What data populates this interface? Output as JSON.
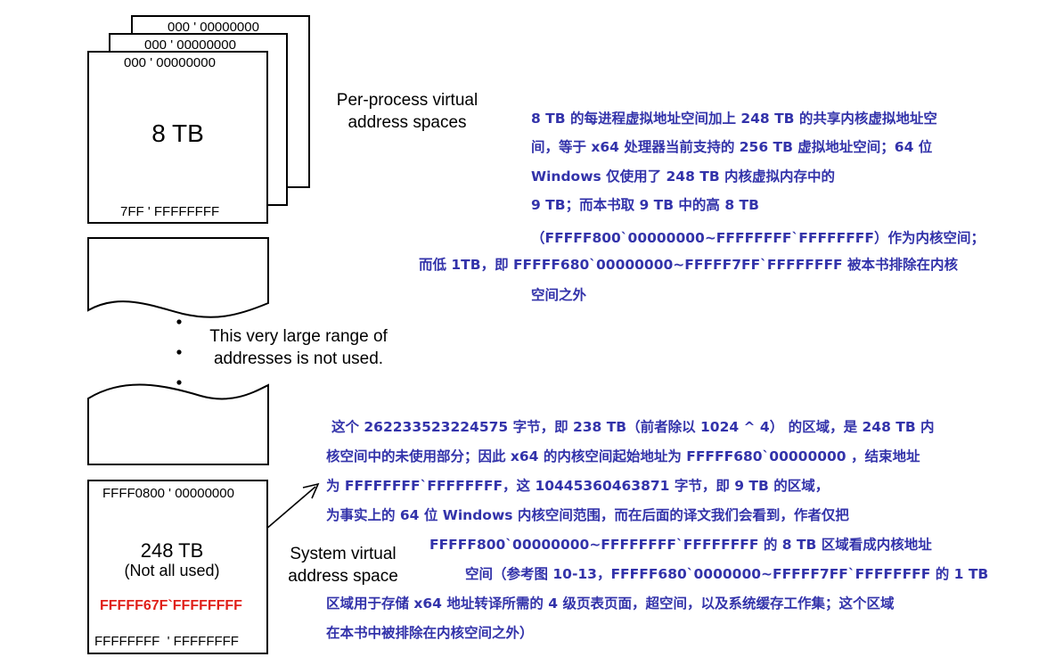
{
  "top_stack": {
    "addr_back": "000 ' 00000000",
    "addr_middle": "000 ' 00000000",
    "addr_front": "000 ' 00000000",
    "size": "8 TB",
    "end_addr": "7FF ' FFFFFFFF",
    "label_line1": "Per-process virtual",
    "label_line2": "address spaces"
  },
  "gap": {
    "label_line1": "This very large range of",
    "label_line2": "addresses is not used."
  },
  "system_box": {
    "start_addr": "FFFF0800 ' 00000000",
    "size": "248 TB",
    "note": "(Not all used)",
    "red_addr": "FFFFF67F`FFFFFFFF",
    "end_addr": "FFFFFFFF  ' FFFFFFFF",
    "label_line1": "System virtual",
    "label_line2": "address space"
  },
  "annotation_top": [
    "8 TB 的每进程虚拟地址空间加上 248 TB 的共享内核虚拟地址空",
    "间，等于 x64 处理器当前支持的 256 TB 虚拟地址空间；64 位",
    "Windows 仅使用了 248 TB 内核虚拟内存中的",
    "9 TB；而本书取 9 TB 中的高 8 TB",
    "（FFFFF800`00000000~FFFFFFFF`FFFFFFFF）作为内核空间；",
    "而低 1TB，即 FFFFF680`00000000~FFFFF7FF`FFFFFFFF 被本书排除在内核",
    "空间之外"
  ],
  "annotation_bottom": [
    "这个 262233523224575 字节，即 238 TB（前者除以 1024 ^ 4） 的区域，是 248 TB 内",
    "核空间中的未使用部分；因此 x64 的内核空间起始地址为 FFFFF680`00000000 ，结束地址",
    "为 FFFFFFFF`FFFFFFFF，这 10445360463871 字节，即 9 TB 的区域，",
    "为事实上的 64 位 Windows 内核空间范围，而在后面的译文我们会看到，作者仅把",
    "FFFFF800`00000000~FFFFFFFF`FFFFFFFF 的 8 TB 区域看成内核地址",
    "空间（参考图 10-13，FFFFF680`0000000~FFFFF7FF`FFFFFFFF 的 1 TB",
    "区域用于存储 x64 地址转译所需的 4 级页表页面，超空间，以及系统缓存工作集；这个区域",
    "在本书中被排除在内核空间之外）"
  ],
  "colors": {
    "annotation": "#3333aa",
    "highlight": "#e0201a"
  }
}
